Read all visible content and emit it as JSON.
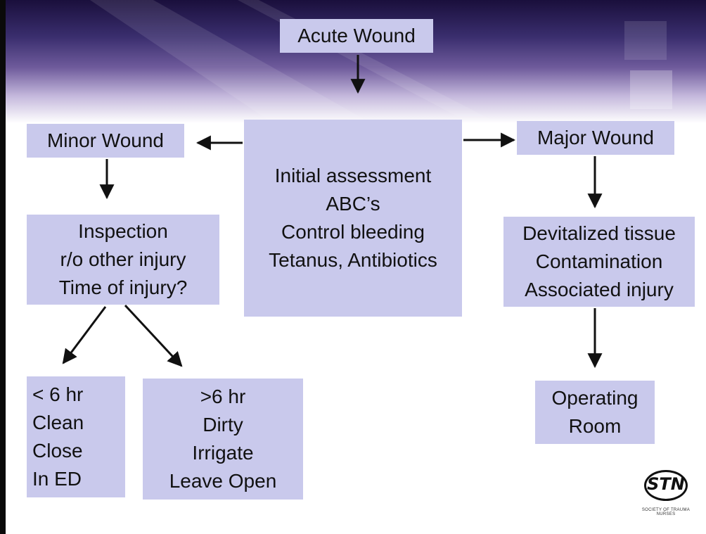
{
  "nodes": {
    "acute_wound": "Acute Wound",
    "minor_wound": "Minor Wound",
    "major_wound": "Major Wound",
    "initial_assessment": [
      "Initial assessment",
      "ABC’s",
      "Control bleeding",
      "Tetanus, Antibiotics"
    ],
    "inspection": [
      "Inspection",
      "r/o other injury",
      "Time of injury?"
    ],
    "devitalized": [
      "Devitalized tissue",
      "Contamination",
      "Associated injury"
    ],
    "under_6hr": [
      "< 6 hr",
      "Clean",
      "Close",
      "In ED"
    ],
    "over_6hr": [
      ">6 hr",
      "Dirty",
      "Irrigate",
      "Leave Open"
    ],
    "operating_room": [
      "Operating",
      "Room"
    ]
  },
  "logo": {
    "text": "STN",
    "tagline": "SOCIETY OF TRAUMA NURSES"
  },
  "colors": {
    "box_fill": "#c9c9ec",
    "banner_dark": "#1a0f3c",
    "arrow": "#111111"
  }
}
